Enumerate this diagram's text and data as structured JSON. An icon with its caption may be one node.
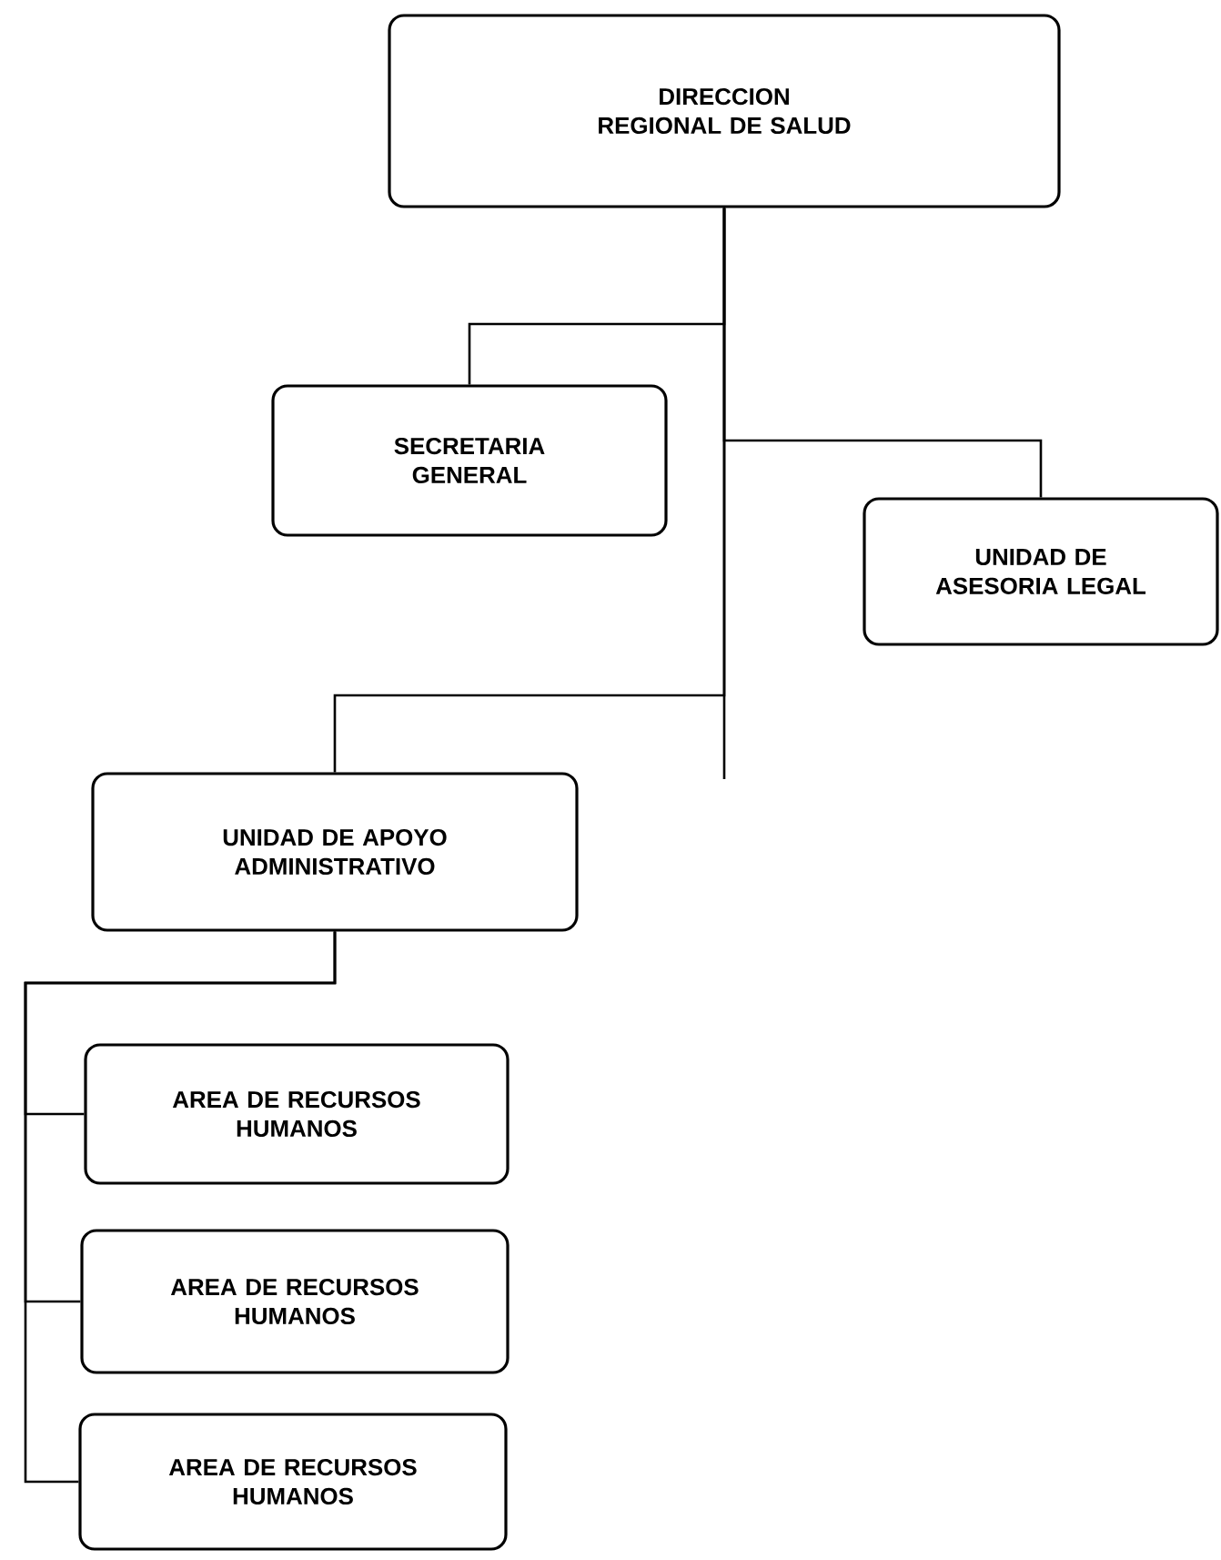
{
  "diagram": {
    "nodes": [
      {
        "text": [
          "DIRECCION REGIONAL DE SALUD"
        ]
      },
      {
        "text": [
          "SECRETARIA GENERAL"
        ]
      },
      {
        "text": [
          "UNIDAD DE ASESORIA LEGAL"
        ]
      },
      {
        "text": [
          "UNIDAD DE APOYO ADMINISTRATIVO"
        ]
      },
      {
        "text": [
          "AREA DE RECURSOS HUMANOS"
        ]
      },
      {
        "text": [
          "AREA DE RECURSOS HUMANOS"
        ]
      },
      {
        "text": [
          "AREA DE RECURSOS HUMANOS"
        ]
      }
    ],
    "edges": [
      {
        "from": 0,
        "to": 1,
        "arrow": "none"
      },
      {
        "from": 0,
        "to": 2,
        "arrow": "none"
      },
      {
        "from": 0,
        "to": 3,
        "arrow": "none"
      },
      {
        "from": 0,
        "to": null,
        "arrow": "none"
      },
      {
        "from": 3,
        "to": 4,
        "arrow": "none"
      },
      {
        "from": 3,
        "to": 5,
        "arrow": "none"
      },
      {
        "from": 3,
        "to": 6,
        "arrow": "none"
      }
    ]
  }
}
